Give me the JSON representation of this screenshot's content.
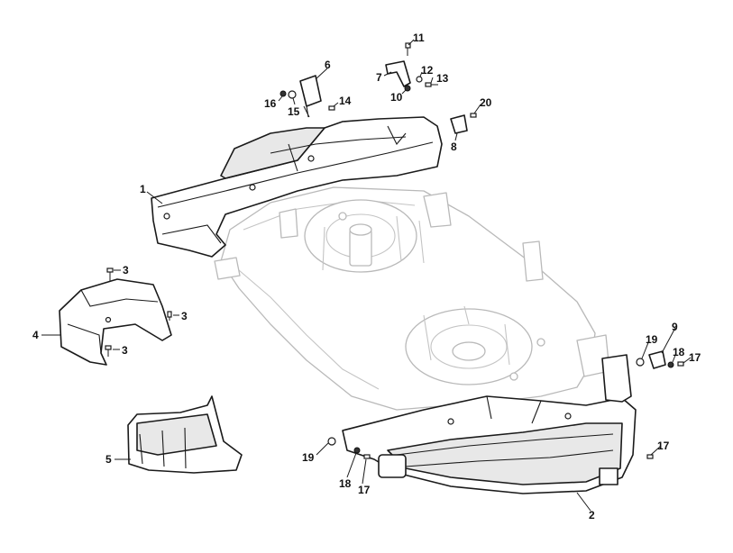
{
  "callouts": [
    {
      "id": "c1",
      "label": "1"
    },
    {
      "id": "c2",
      "label": "2"
    },
    {
      "id": "c3a",
      "label": "3"
    },
    {
      "id": "c3b",
      "label": "3"
    },
    {
      "id": "c3c",
      "label": "3"
    },
    {
      "id": "c4",
      "label": "4"
    },
    {
      "id": "c5",
      "label": "5"
    },
    {
      "id": "c6",
      "label": "6"
    },
    {
      "id": "c7",
      "label": "7"
    },
    {
      "id": "c8",
      "label": "8"
    },
    {
      "id": "c9",
      "label": "9"
    },
    {
      "id": "c10",
      "label": "10"
    },
    {
      "id": "c11",
      "label": "11"
    },
    {
      "id": "c12",
      "label": "12"
    },
    {
      "id": "c13",
      "label": "13"
    },
    {
      "id": "c14",
      "label": "14"
    },
    {
      "id": "c15",
      "label": "15"
    },
    {
      "id": "c16",
      "label": "16"
    },
    {
      "id": "c17a",
      "label": "17"
    },
    {
      "id": "c17b",
      "label": "17"
    },
    {
      "id": "c17c",
      "label": "17"
    },
    {
      "id": "c18a",
      "label": "18"
    },
    {
      "id": "c18b",
      "label": "18"
    },
    {
      "id": "c19a",
      "label": "19"
    },
    {
      "id": "c19b",
      "label": "19"
    },
    {
      "id": "c20",
      "label": "20"
    }
  ]
}
